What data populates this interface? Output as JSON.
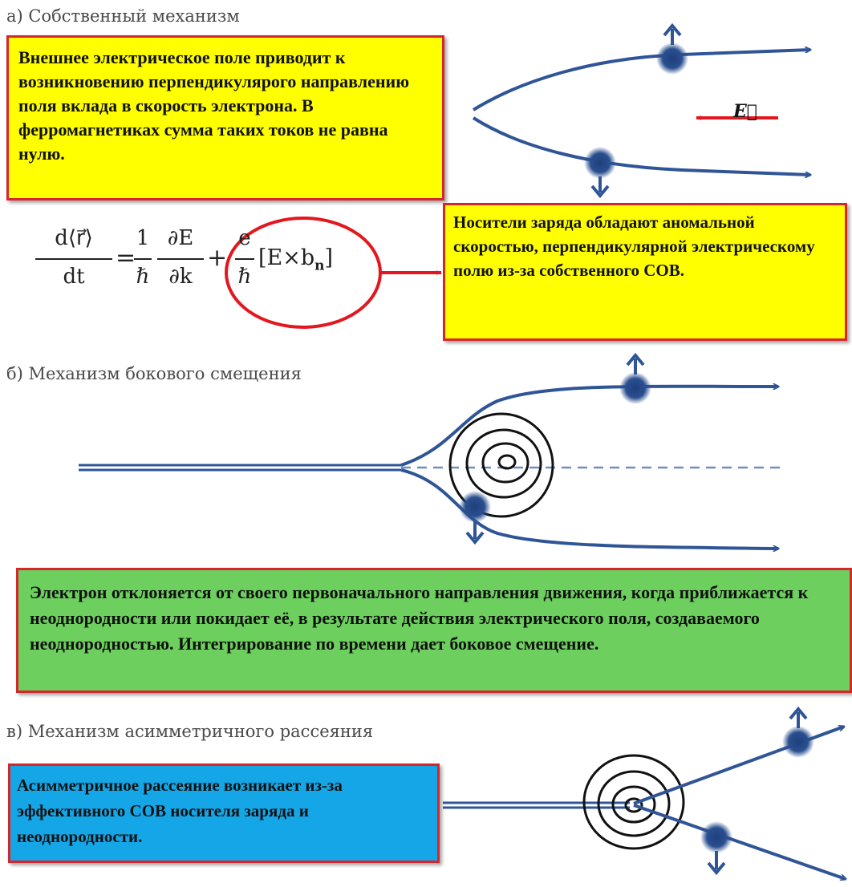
{
  "section_a": {
    "heading": "а) Собственный механизм",
    "box_text": "Внешнее электрическое поле приводит к возникновению перпендикулярого направлению поля вклада в скорость электрона. В ферромагнетиках сумма таких токов не равна нулю.",
    "field_label": "E⃗",
    "formula": {
      "lhs_num": "d⟨r⃗⟩",
      "lhs_den": "dt",
      "eq": "=",
      "t1_num": "1",
      "t1_den": "ℏ",
      "t2_num": "∂E",
      "t2_den": "∂k",
      "plus": "+",
      "t3_num": "e",
      "t3_den": "ℏ",
      "bracket": "[E×b",
      "subscript": "n",
      "bracket_close": "]"
    },
    "callout_text": "Носители заряда обладают аномальной скоростью, перпендикулярной электрическому полю из-за собственного СОВ."
  },
  "section_b": {
    "heading": "б) Механизм бокового смещения",
    "box_text": "Электрон отклоняется от своего первоначального направления движения, когда приближается к неоднородности или покидает её, в результате действия электрического поля, создаваемого неоднородностью. Интегрирование по времени дает боковое смещение."
  },
  "section_c": {
    "heading": "в) Механизм асимметричного рассеяния",
    "box_text": "Асимметричное рассеяние возникает из-за эффективного СОВ носителя заряда и неоднородности."
  },
  "colors": {
    "trajectory": "#2f5597",
    "box_border": "#d7262b",
    "field_arrow": "#e3171f",
    "yellow_box": "#ffff00",
    "green_box": "#6ccf5e",
    "blue_box": "#14a6e6"
  }
}
